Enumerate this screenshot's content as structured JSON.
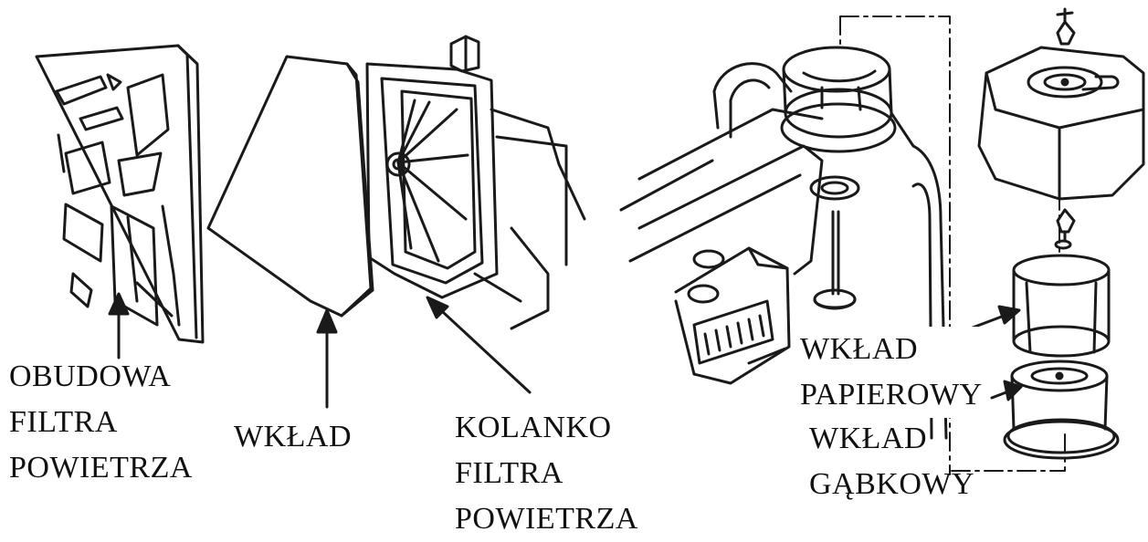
{
  "labels": {
    "housing": [
      "OBUDOWA",
      "FILTRA",
      "POWIETRZA"
    ],
    "insert": [
      "WKŁAD"
    ],
    "elbow": [
      "KOLANKO",
      "FILTRA",
      "POWIETRZA"
    ],
    "paper_insert": [
      "WKŁAD",
      "PAPIEROWY"
    ],
    "foam_insert": [
      "WKŁAD",
      "GĄBKOWY"
    ]
  }
}
